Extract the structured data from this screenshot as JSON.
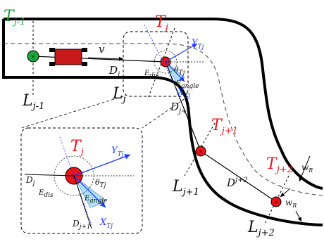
{
  "labels": {
    "t_prev": {
      "main": "T",
      "sub": "j-1"
    },
    "t_cur": {
      "main": "T",
      "sub": "j"
    },
    "t_next": {
      "main": "T",
      "sub": "j+1"
    },
    "t_next2": {
      "main": "T",
      "sub": "j+2"
    },
    "l_prev": {
      "main": "L",
      "sub": "j-1"
    },
    "l_cur": {
      "main": "L",
      "sub": "j"
    },
    "l_next": {
      "main": "L",
      "sub": "j+1"
    },
    "l_next2": {
      "main": "L",
      "sub": "j+2"
    },
    "d_cur": {
      "main": "D",
      "sub": "j"
    },
    "d_next": {
      "main": "D",
      "sub": "j+1"
    },
    "d_next2": {
      "main": "D",
      "sub": "j+2"
    },
    "velocity": "v",
    "y_axis": {
      "main": "Y",
      "sub": "Tj"
    },
    "x_axis": {
      "main": "X",
      "sub": "Tj"
    },
    "theta": {
      "main": "θ",
      "sub": "Tj"
    },
    "e_dis": {
      "main": "E",
      "sub": "dis"
    },
    "e_angle": {
      "main": "E",
      "sub": "angle"
    },
    "w_r": {
      "main": "w",
      "sub": "R"
    }
  },
  "colors": {
    "target": "#e8141a",
    "start_marker": "#1fa33b",
    "vehicle": "#c81a1a",
    "axis": "#1a3cff",
    "angle_fill": "#aee0f5",
    "road": "#000000"
  }
}
